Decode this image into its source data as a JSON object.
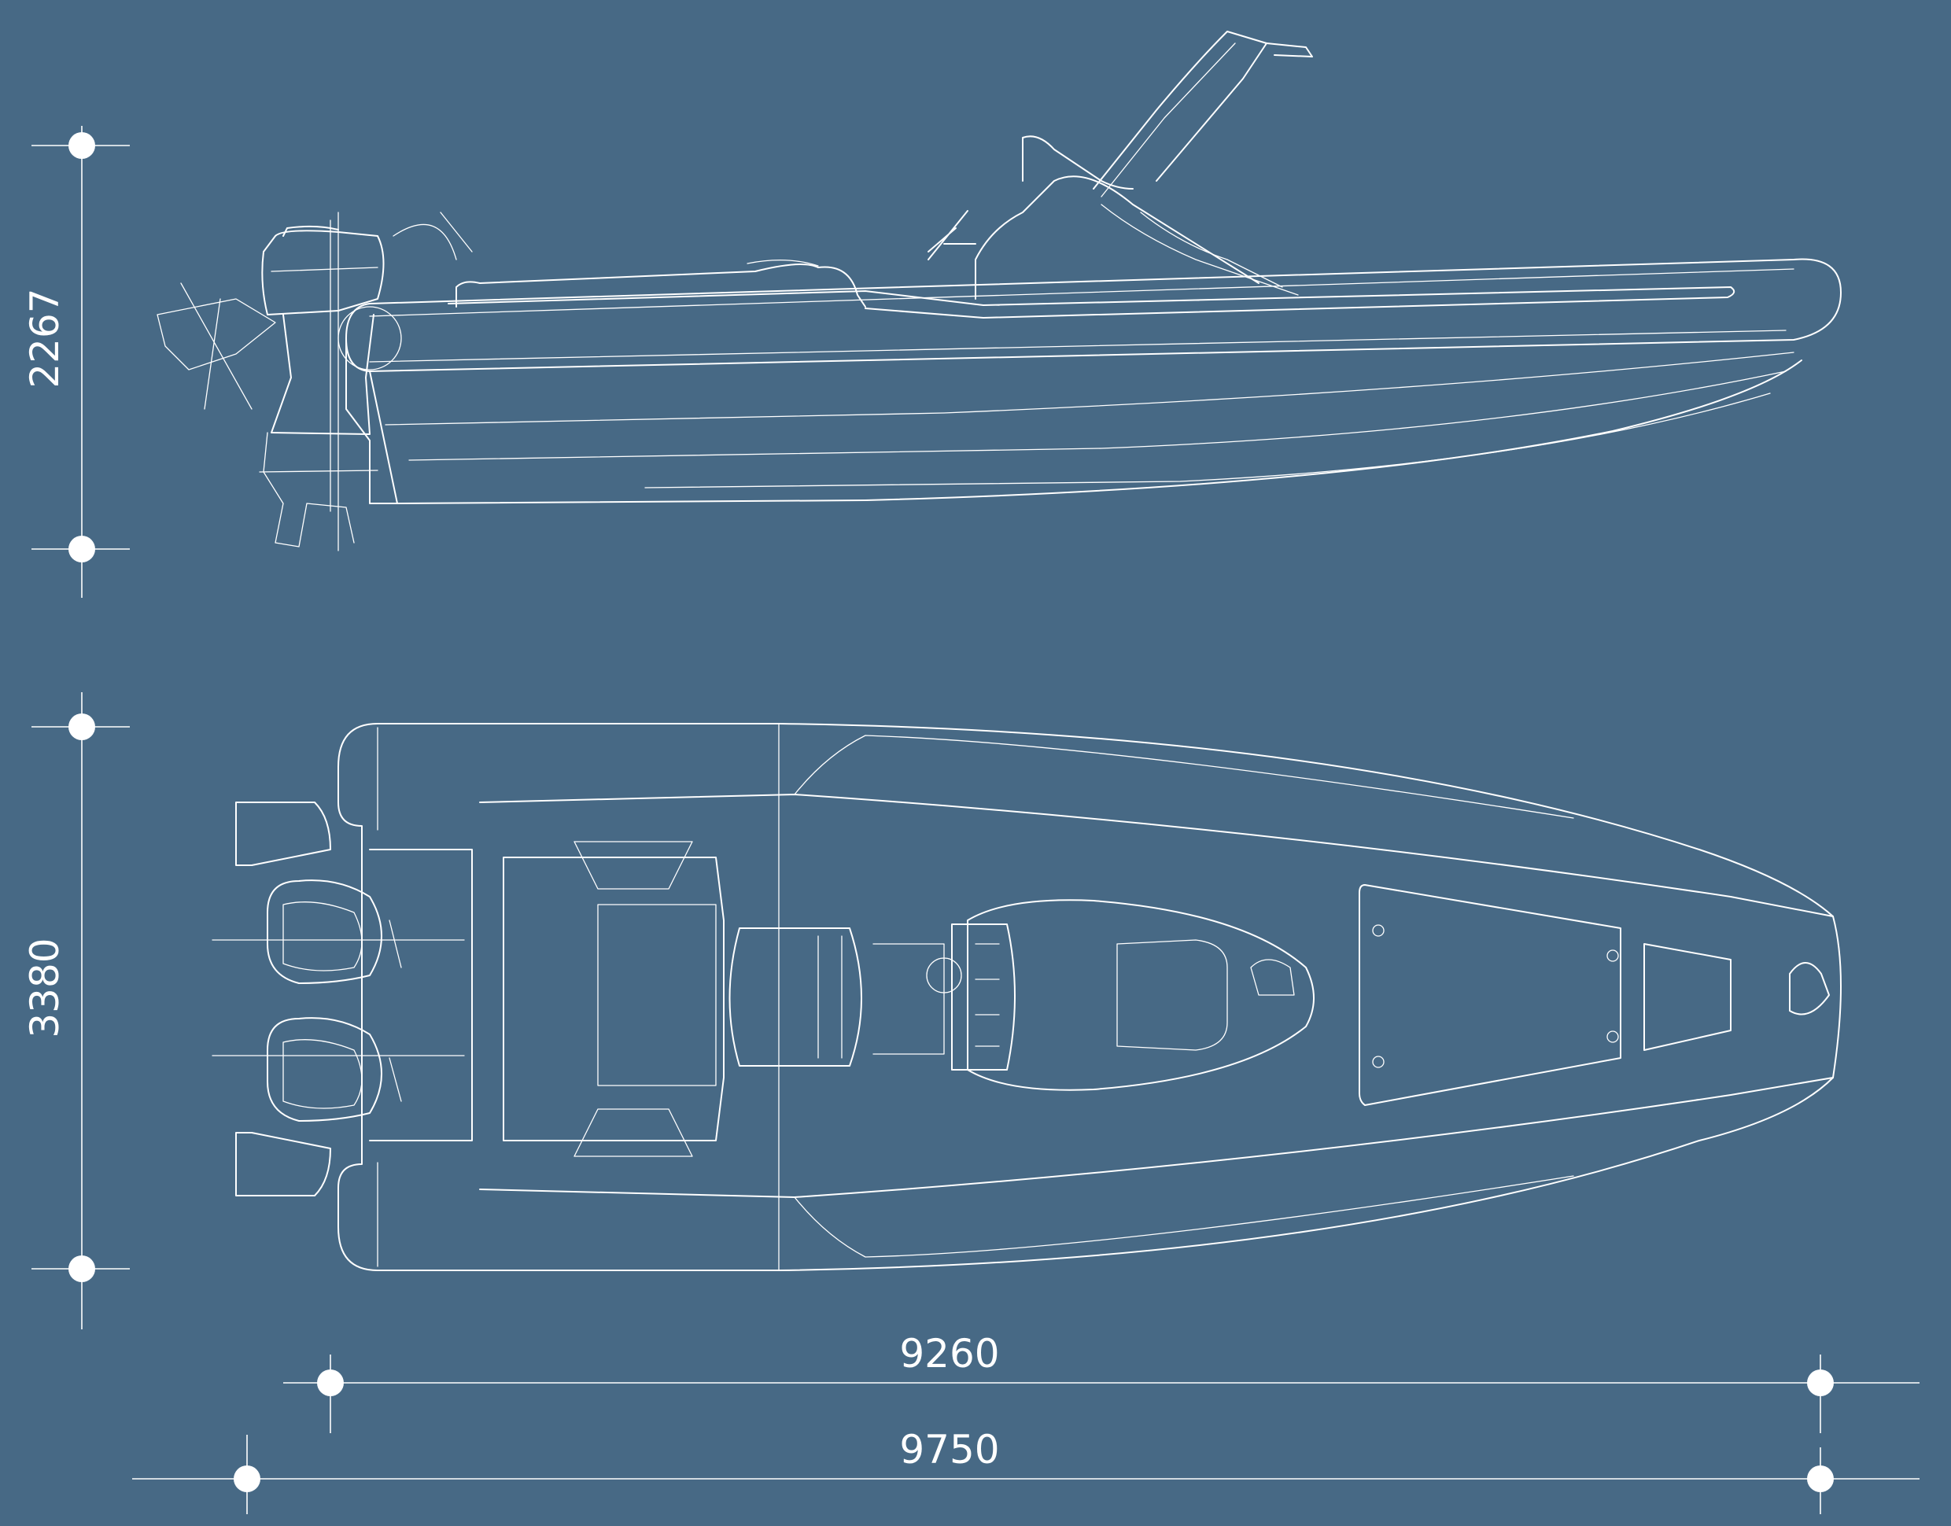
{
  "dimensions": {
    "side_height": "2267",
    "beam": "3380",
    "hull_length": "9260",
    "overall_length": "9750"
  },
  "colors": {
    "background": "#476985",
    "line": "#ffffff"
  }
}
